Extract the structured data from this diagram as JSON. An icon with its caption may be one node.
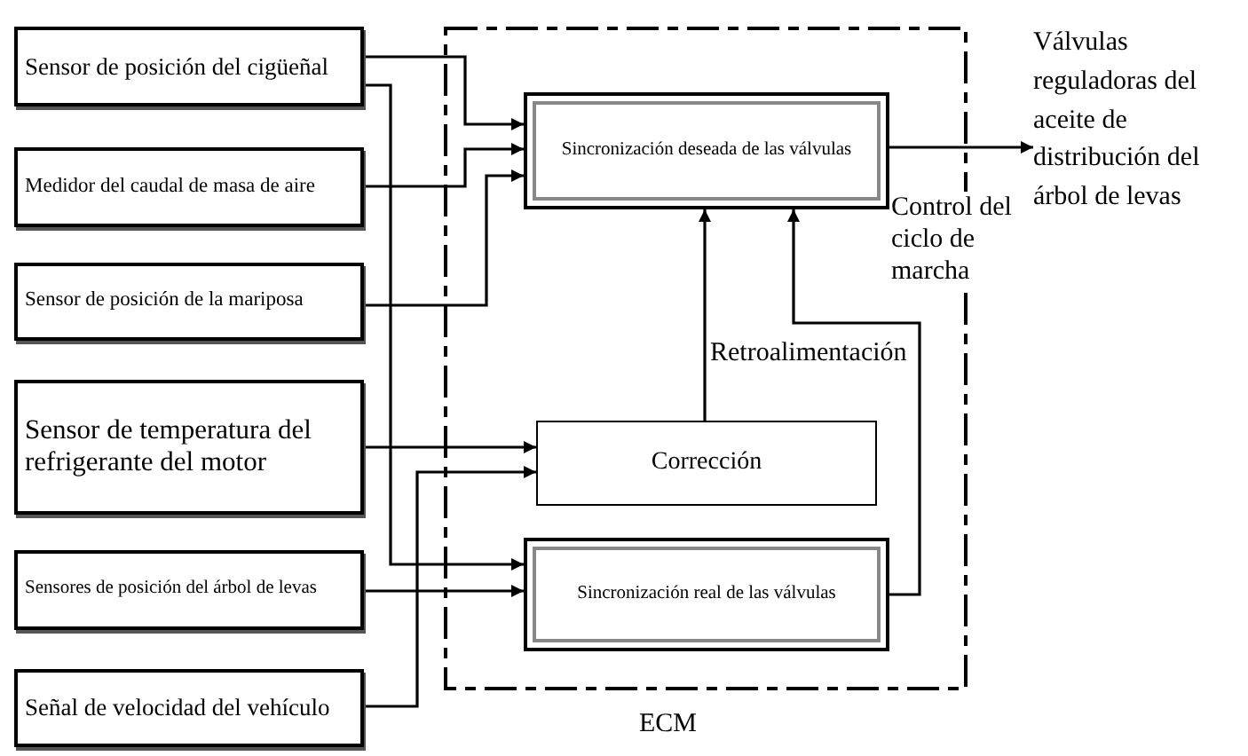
{
  "diagram": {
    "nodes": [
      {
        "text": [
          "Sensor de posición del cigüeñal"
        ]
      },
      {
        "text": [
          "Medidor del caudal de masa de aire"
        ]
      },
      {
        "text": [
          "Sensor de posición de la mariposa"
        ]
      },
      {
        "text": [
          "Sensor de temperatura del refrigerante del motor"
        ]
      },
      {
        "text": [
          "Sensores de posición del árbol de levas"
        ]
      },
      {
        "text": [
          "Señal de velocidad del vehículo"
        ]
      },
      {
        "text": [
          "ECM"
        ]
      },
      {
        "text": [
          "Sincronización deseada de las válvulas"
        ],
        "in": 6
      },
      {
        "text": [
          "Corrección"
        ],
        "in": 6
      },
      {
        "text": [
          "Sincronización real de las válvulas"
        ],
        "in": 6
      },
      {
        "text": [
          "Válvulas reguladoras del aceite de distribución del árbol de levas"
        ]
      }
    ],
    "edges": [
      {
        "from": 0,
        "to": 7,
        "arrow": "to"
      },
      {
        "from": 0,
        "to": 9,
        "arrow": "to"
      },
      {
        "from": 1,
        "to": 7,
        "arrow": "to"
      },
      {
        "from": 2,
        "to": 7,
        "arrow": "to"
      },
      {
        "from": 3,
        "to": 8,
        "arrow": "to"
      },
      {
        "from": 5,
        "to": 8,
        "arrow": "to"
      },
      {
        "from": 4,
        "to": 9,
        "arrow": "to"
      },
      {
        "from": 8,
        "to": 7,
        "arrow": "to"
      },
      {
        "from": 9,
        "to": 7,
        "arrow": "to",
        "label": "Retroalimentación"
      },
      {
        "from": 7,
        "to": 10,
        "arrow": "to",
        "label": "Control del ciclo de marcha"
      }
    ]
  }
}
